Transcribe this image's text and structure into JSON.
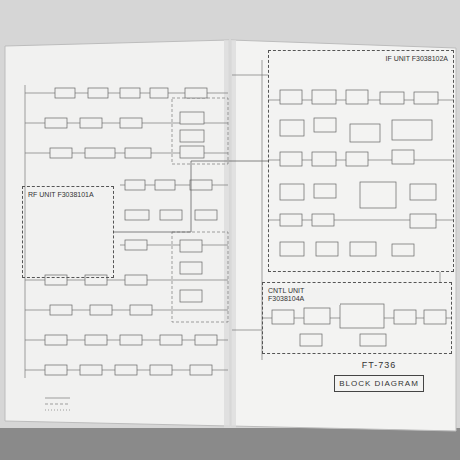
{
  "diagram": {
    "nodes": [
      {
        "text": [
          "FT-736",
          "BLOCK DIAGRAM"
        ]
      },
      {
        "text": [
          "CNTL UNIT F3038104A"
        ]
      },
      {
        "text": [
          "IF UNIT F3038102A"
        ]
      },
      {
        "text": [
          "RF UNIT F3038101A"
        ]
      }
    ],
    "edges": [
      {
        "from": 3,
        "to": 2,
        "arrow": "none"
      }
    ]
  }
}
